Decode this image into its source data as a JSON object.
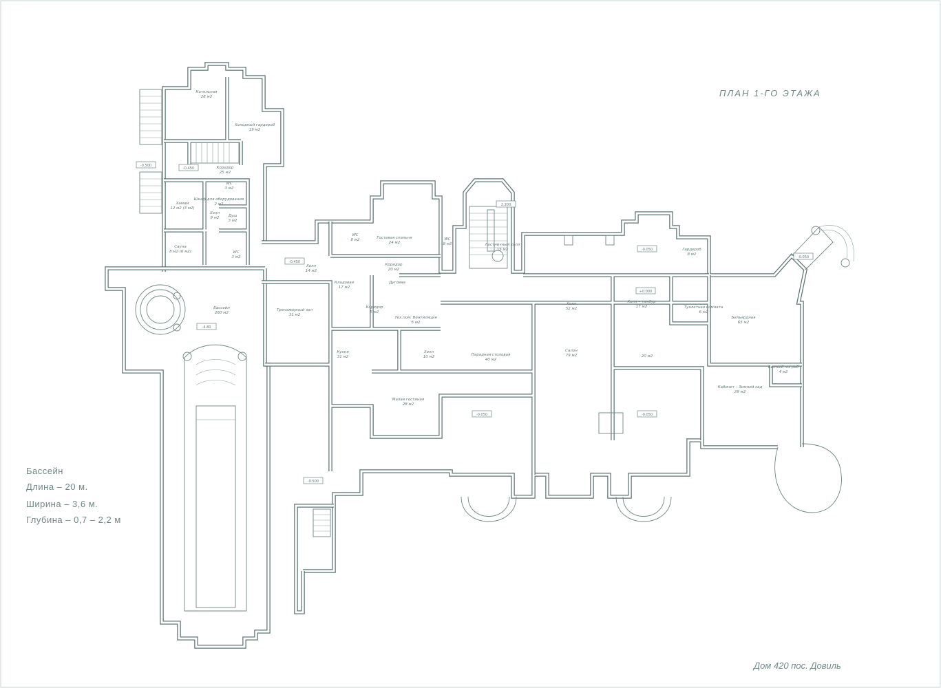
{
  "title": "ПЛАН  1-ГО  ЭТАЖА",
  "footer": "Дом 420 пос. Довиль",
  "pool_info": {
    "heading": "Бассейн",
    "length": "Длина – 20 м.",
    "width": "Ширина – 3,6 м.",
    "depth": "Глубина – 0,7 – 2,2 м"
  },
  "rooms": [
    {
      "name": "Котельная",
      "area": "28 м2"
    },
    {
      "name": "Холодный гардероб",
      "area": "19 м2"
    },
    {
      "name": "Коридор",
      "area": "25 м2"
    },
    {
      "name": "Хамам",
      "area": "12 м2 (3 м2)"
    },
    {
      "name": "Шкаф для оборудования",
      "area": "2 м2"
    },
    {
      "name": "Холл",
      "area": "9 м2"
    },
    {
      "name": "Душ",
      "area": "3 м2"
    },
    {
      "name": "WC",
      "area": "3 м2"
    },
    {
      "name": "Сауна",
      "area": "8 м2 (6 м2)"
    },
    {
      "name": "WC",
      "area": "3 м2"
    },
    {
      "name": "Бассейн",
      "area": "260 м2"
    },
    {
      "name": "Холл",
      "area": "14 м2"
    },
    {
      "name": "Тренажерный зал",
      "area": "31 м2"
    },
    {
      "name": "WC",
      "area": "8 м2"
    },
    {
      "name": "Гостевая спальня",
      "area": "24 м2"
    },
    {
      "name": "WC",
      "area": "8 м2"
    },
    {
      "name": "Коридор",
      "area": "20 м2"
    },
    {
      "name": "Кладовая",
      "area": "17 м2"
    },
    {
      "name": "Дуговая",
      "area": ""
    },
    {
      "name": "Коридор",
      "area": "5 м2"
    },
    {
      "name": "Тех.пом. Вентиляция",
      "area": "6 м2"
    },
    {
      "name": "Кухня",
      "area": "31 м2"
    },
    {
      "name": "Холл",
      "area": "10 м2"
    },
    {
      "name": "Парадная столовая",
      "area": "40 м2"
    },
    {
      "name": "Малая гостиная",
      "area": "28 м2"
    },
    {
      "name": "Лестничный холл",
      "area": "15 м2"
    },
    {
      "name": "Холл",
      "area": "52 м2"
    },
    {
      "name": "Салон",
      "area": "79 м2"
    },
    {
      "name": "Холл – тамбур",
      "area": "17 м2"
    },
    {
      "name": "Гардероб",
      "area": "8 м2"
    },
    {
      "name": "Туалетная комната",
      "area": "6 м2"
    },
    {
      "name": "Бильярдная",
      "area": "65 м2"
    },
    {
      "name": "",
      "area": "20 м2"
    },
    {
      "name": "Винный погреб",
      "area": "4 м2"
    },
    {
      "name": "Кабинет – Зимний сад",
      "area": "29 м2"
    }
  ],
  "levels": [
    "-0.500",
    "-0.450",
    "-0.450",
    "-0.050",
    "+0.000",
    "-0.050",
    "-0.050",
    "-0.050",
    "-0.500",
    "2.200",
    "-4.80"
  ]
}
